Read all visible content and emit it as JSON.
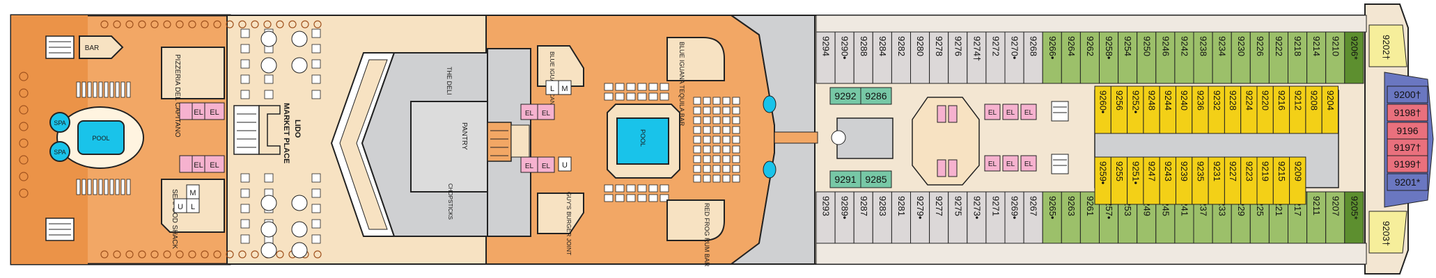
{
  "colors": {
    "deck_orange": "#f2a765",
    "deck_orange_dark": "#e98e43",
    "lido_beige": "#f7e2c2",
    "service_grey": "#cfd0d2",
    "pool_cyan": "#19c3ea",
    "elevator_pink": "#f6b2cf",
    "cabin_grey": "#dcd8d8",
    "cabin_green": "#9cc06a",
    "cabin_green_dark": "#5d8f2f",
    "cabin_yellow": "#f3d017",
    "cabin_teal": "#77c8a6",
    "cabin_red": "#e9707d",
    "cabin_blue": "#6a77c1",
    "cabin_cream": "#f6ee9b"
  },
  "venues": {
    "bar": "BAR",
    "pizzeria": "PIZZERIA DEL CAPITANO",
    "seafood": "SEAFOOD SHACK",
    "pool_aft": "POOL",
    "spa_top": "SPA",
    "spa_bottom": "SPA",
    "lido": "LIDO",
    "market": "MARKET PLACE",
    "deli": "THE DELI",
    "pantry": "PANTRY",
    "chopsticks": "CHOPSTICKS",
    "cantina": "BLUE IGUANA CANTINA",
    "guys": "GUY'S BURGER JOINT",
    "pool_mid": "POOL",
    "tequila": "BLUE IGUANA TEQUILA BAR",
    "rumbar": "RED FROG RUM BAR"
  },
  "symbols": {
    "elevator": "EL",
    "ladies": "L",
    "mens": "M",
    "unisex": "U"
  },
  "cabins": {
    "top_row": [
      "9294",
      "9290•",
      "9288",
      "9284",
      "9282",
      "9280",
      "9278",
      "9276",
      "9274†",
      "9272",
      "9270•",
      "9268",
      "9266•",
      "9264",
      "9262",
      "9258•",
      "9254",
      "9250",
      "9246",
      "9242",
      "9238",
      "9234",
      "9230",
      "9226",
      "9222",
      "9218",
      "9214",
      "9210",
      "9206*"
    ],
    "bottom_row": [
      "9293",
      "9289•",
      "9287",
      "9283",
      "9281",
      "9279•",
      "9277",
      "9275",
      "9273•",
      "9271",
      "9269•",
      "9267",
      "9265•",
      "9263",
      "9261",
      "9257•",
      "9253",
      "9249",
      "9245",
      "9241",
      "9237",
      "9233",
      "9229",
      "9225",
      "9221",
      "9217",
      "9211",
      "9207",
      "9205*"
    ],
    "inner_upper": [
      "9260•",
      "9256",
      "9252•",
      "9248",
      "9244",
      "9240",
      "9236",
      "9232",
      "9228",
      "9224",
      "9220",
      "9216",
      "9212",
      "9208",
      "9204"
    ],
    "inner_lower": [
      "9259•",
      "9255",
      "9251•",
      "9247",
      "9243",
      "9239",
      "9235",
      "9231",
      "9227",
      "9223",
      "9219",
      "9215",
      "9209"
    ],
    "suites": [
      "9292",
      "9286",
      "9291",
      "9285"
    ],
    "forward_top": "9202†",
    "forward_bottom": "9203†",
    "forward_stack": [
      "9200†",
      "9198†",
      "9196",
      "9197†",
      "9199†",
      "9201*"
    ]
  }
}
